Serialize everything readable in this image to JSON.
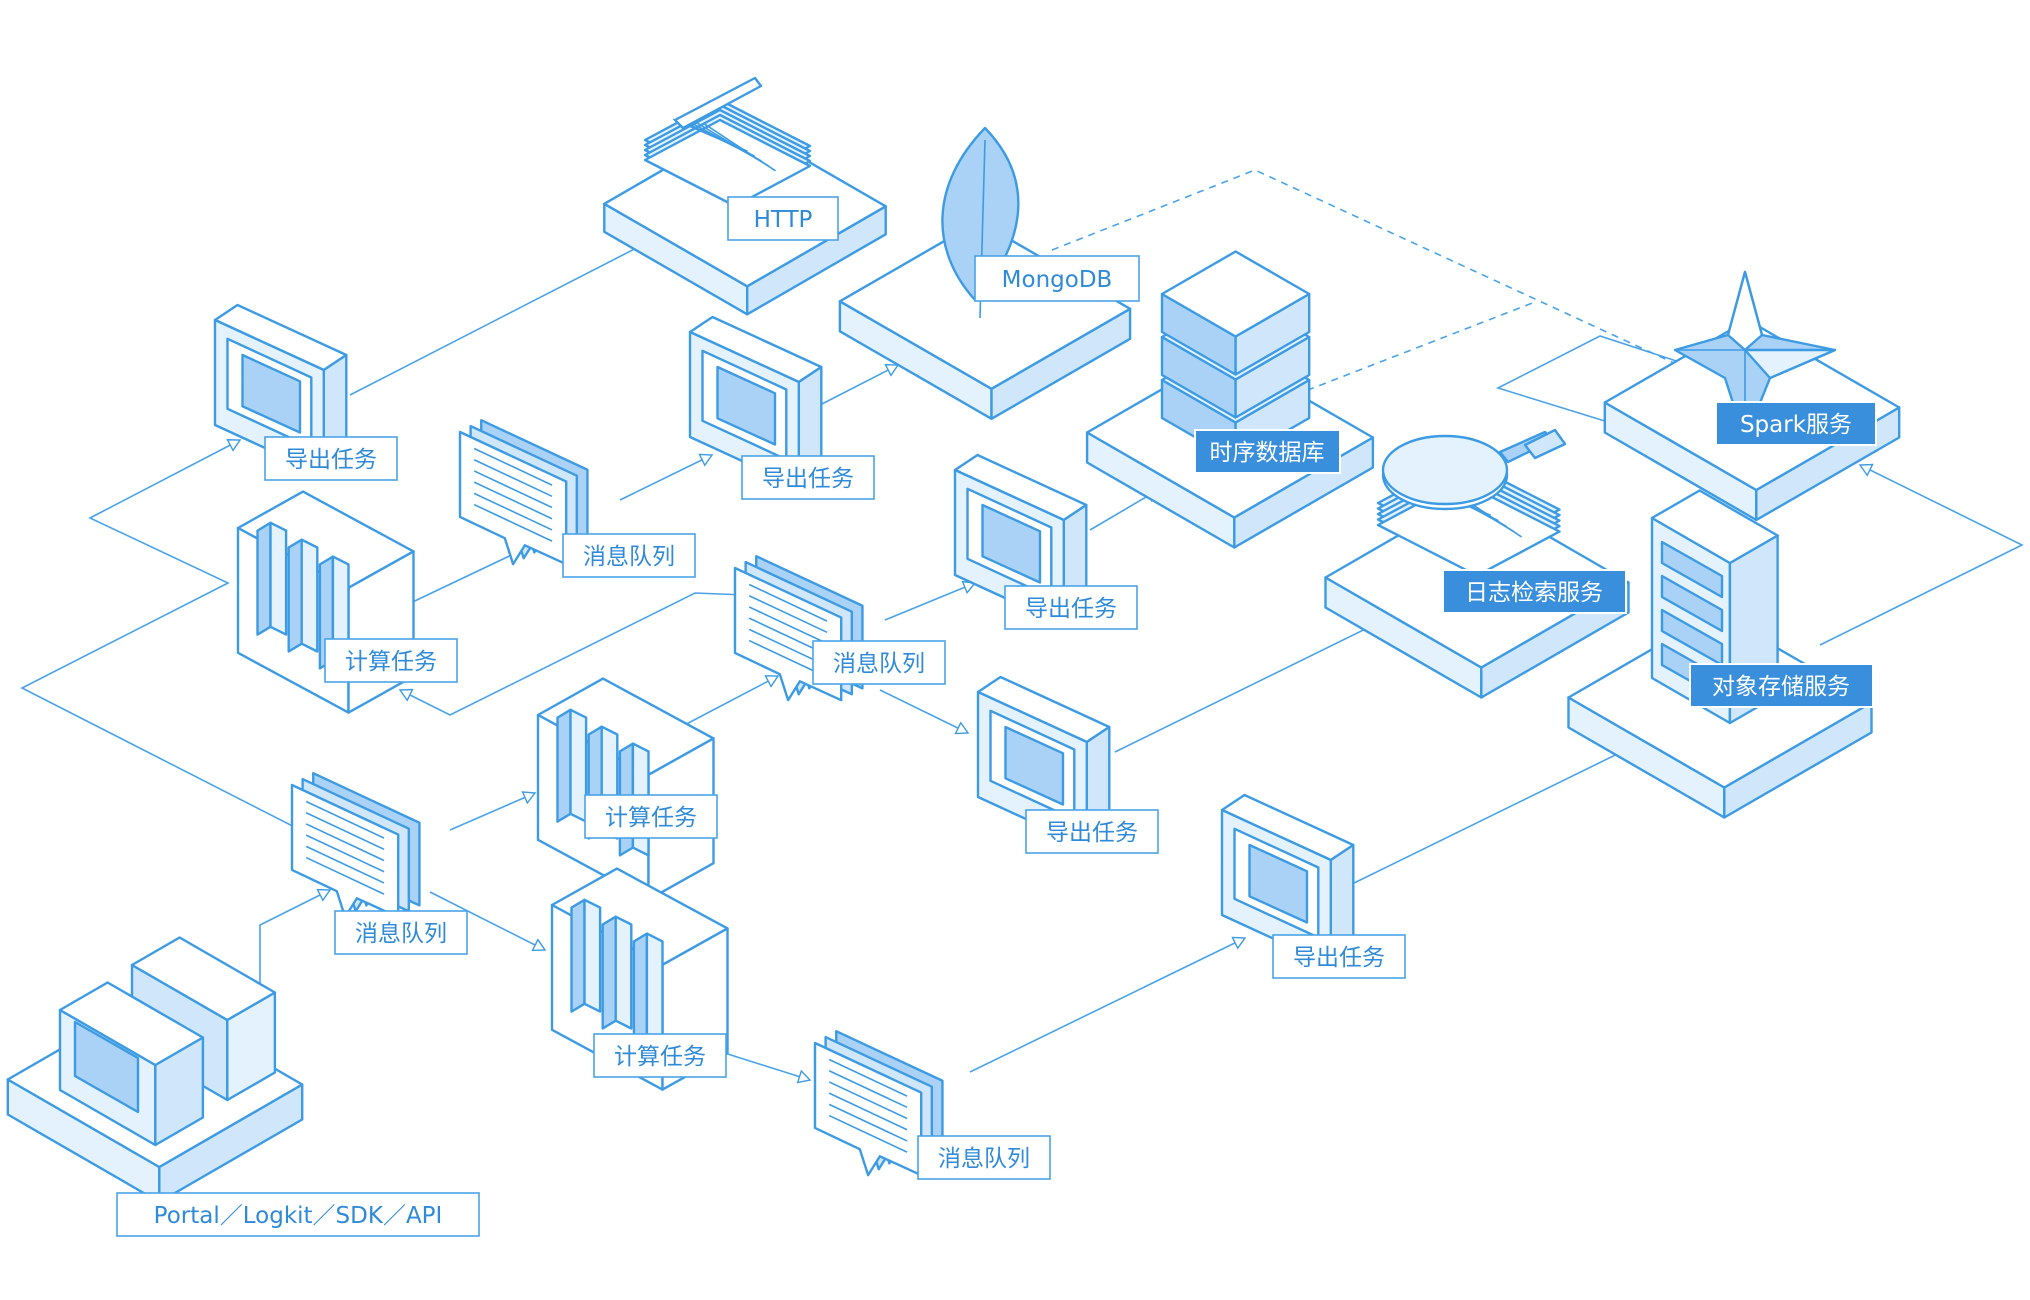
{
  "labels": {
    "http": "HTTP",
    "mongodb": "MongoDB",
    "tsdb": "时序数据库",
    "spark": "Spark服务",
    "log_search": "日志检索服务",
    "object_storage": "对象存储服务",
    "export_task": "导出任务",
    "message_queue": "消息队列",
    "compute_task": "计算任务",
    "source": "Portal／Logkit／SDK／API"
  },
  "colors": {
    "stroke": "#3d9be4",
    "face_light": "#e3f2fd",
    "face_mid": "#cfe6fb",
    "face_dark": "#a9d2f6",
    "label_fill_solid": "#3a8fdc",
    "label_text": "#2f8ad8"
  }
}
